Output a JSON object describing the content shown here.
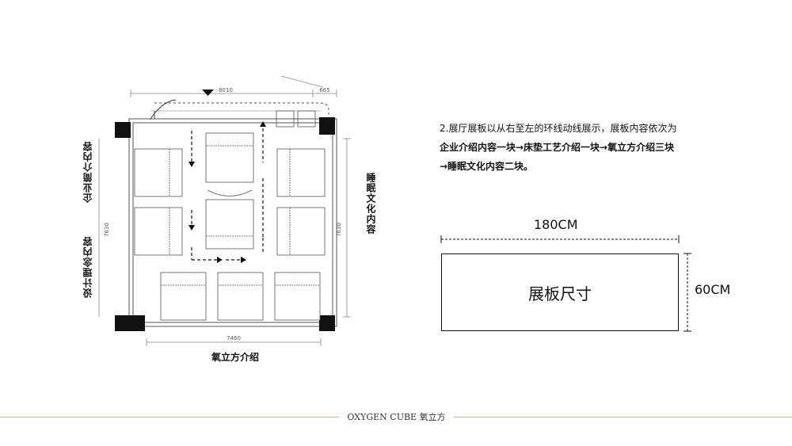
{
  "plan": {
    "dim_top_main": "8010",
    "dim_top_side": "665",
    "dim_bottom": "7460",
    "dim_left": "7630",
    "dim_right": "7630",
    "label_left_top": "企业简介内容",
    "label_left_bottom": "设计理念内容",
    "label_right": "睡眠文化内容",
    "label_bottom": "氧立方介绍"
  },
  "description": {
    "line1": "2.展厅展板以从右至左的环线动线展示，展板内容依次为",
    "line2": "企业介绍内容一块→床垫工艺介绍一块→氧立方介绍三块",
    "line3": "→睡眠文化内容二块。"
  },
  "board": {
    "width_label": "180CM",
    "height_label": "60CM",
    "title": "展板尺寸"
  },
  "footer": {
    "text": "OXYGEN CUBE 氧立方",
    "line_color": "#c9bb92"
  }
}
